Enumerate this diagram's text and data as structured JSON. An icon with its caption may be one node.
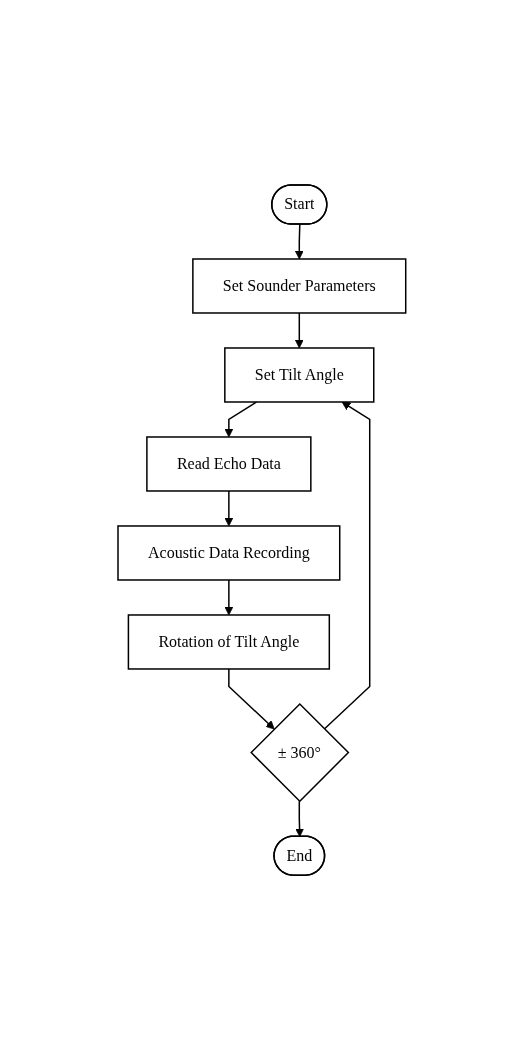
{
  "diagram": {
    "nodes": [
      {
        "text": [
          "Start"
        ]
      },
      {
        "text": [
          "Set Sounder Parameters"
        ]
      },
      {
        "text": [
          "Set Tilt Angle"
        ]
      },
      {
        "text": [
          "Read Echo Data"
        ]
      },
      {
        "text": [
          "Acoustic Data Recording"
        ]
      },
      {
        "text": [
          "Rotation of Tilt Angle"
        ]
      },
      {
        "text": [
          "± 360°"
        ]
      },
      {
        "text": [
          "End"
        ]
      }
    ],
    "edges": [
      {
        "from": 0,
        "to": 1,
        "arrow": "to"
      },
      {
        "from": 1,
        "to": 2,
        "arrow": "to"
      },
      {
        "from": 2,
        "to": 3,
        "arrow": "to"
      },
      {
        "from": 3,
        "to": 4,
        "arrow": "to"
      },
      {
        "from": 4,
        "to": 5,
        "arrow": "to"
      },
      {
        "from": 5,
        "to": 6,
        "arrow": "to"
      },
      {
        "from": 6,
        "to": 7,
        "arrow": "to"
      },
      {
        "from": 6,
        "to": 2,
        "arrow": "to"
      }
    ]
  }
}
